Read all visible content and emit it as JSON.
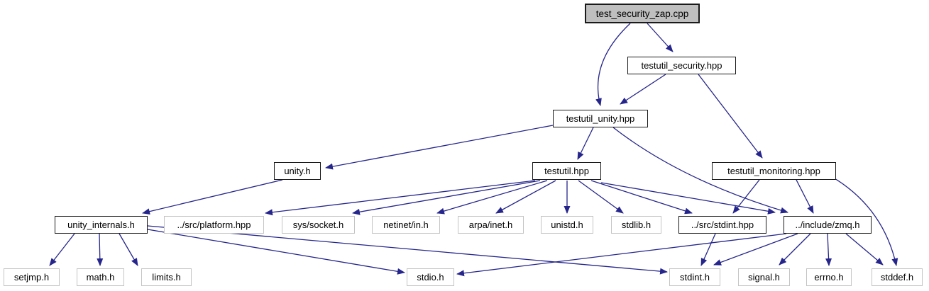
{
  "diagram": {
    "type": "include-dependency-graph",
    "root": "test_security_zap.cpp",
    "colors": {
      "edge": "#25258c",
      "root_fill": "#bfbfbf",
      "linked_border": "#1a1a1a",
      "plain_border": "#c4c4c4"
    },
    "nodes": {
      "zap": {
        "label": "test_security_zap.cpp",
        "style": "root"
      },
      "security": {
        "label": "testutil_security.hpp",
        "style": "linked"
      },
      "unity_hpp": {
        "label": "testutil_unity.hpp",
        "style": "linked"
      },
      "unity_h": {
        "label": "unity.h",
        "style": "linked"
      },
      "testutil": {
        "label": "testutil.hpp",
        "style": "linked"
      },
      "monitoring": {
        "label": "testutil_monitoring.hpp",
        "style": "linked"
      },
      "unity_internals": {
        "label": "unity_internals.h",
        "style": "linked"
      },
      "platform": {
        "label": "../src/platform.hpp",
        "style": "plain"
      },
      "sys_socket": {
        "label": "sys/socket.h",
        "style": "plain"
      },
      "netinet": {
        "label": "netinet/in.h",
        "style": "plain"
      },
      "arpa": {
        "label": "arpa/inet.h",
        "style": "plain"
      },
      "unistd": {
        "label": "unistd.h",
        "style": "plain"
      },
      "stdlib": {
        "label": "stdlib.h",
        "style": "plain"
      },
      "stdint_hpp": {
        "label": "../src/stdint.hpp",
        "style": "linked"
      },
      "zmq": {
        "label": "../include/zmq.h",
        "style": "linked"
      },
      "setjmp": {
        "label": "setjmp.h",
        "style": "plain"
      },
      "math": {
        "label": "math.h",
        "style": "plain"
      },
      "limits": {
        "label": "limits.h",
        "style": "plain"
      },
      "stdio": {
        "label": "stdio.h",
        "style": "plain"
      },
      "stdint_h": {
        "label": "stdint.h",
        "style": "plain"
      },
      "signal": {
        "label": "signal.h",
        "style": "plain"
      },
      "errno": {
        "label": "errno.h",
        "style": "plain"
      },
      "stddef": {
        "label": "stddef.h",
        "style": "plain"
      }
    },
    "edges": [
      {
        "from": "test_security_zap.cpp",
        "to": "testutil_security.hpp"
      },
      {
        "from": "test_security_zap.cpp",
        "to": "testutil_unity.hpp"
      },
      {
        "from": "testutil_security.hpp",
        "to": "testutil_unity.hpp"
      },
      {
        "from": "testutil_security.hpp",
        "to": "testutil_monitoring.hpp"
      },
      {
        "from": "testutil_unity.hpp",
        "to": "unity.h"
      },
      {
        "from": "testutil_unity.hpp",
        "to": "testutil.hpp"
      },
      {
        "from": "testutil_unity.hpp",
        "to": "../include/zmq.h"
      },
      {
        "from": "testutil.hpp",
        "to": "../src/platform.hpp"
      },
      {
        "from": "testutil.hpp",
        "to": "sys/socket.h"
      },
      {
        "from": "testutil.hpp",
        "to": "netinet/in.h"
      },
      {
        "from": "testutil.hpp",
        "to": "arpa/inet.h"
      },
      {
        "from": "testutil.hpp",
        "to": "unistd.h"
      },
      {
        "from": "testutil.hpp",
        "to": "stdlib.h"
      },
      {
        "from": "testutil.hpp",
        "to": "../src/stdint.hpp"
      },
      {
        "from": "testutil.hpp",
        "to": "../include/zmq.h"
      },
      {
        "from": "testutil_monitoring.hpp",
        "to": "../src/stdint.hpp"
      },
      {
        "from": "testutil_monitoring.hpp",
        "to": "../include/zmq.h"
      },
      {
        "from": "testutil_monitoring.hpp",
        "to": "stddef.h"
      },
      {
        "from": "unity.h",
        "to": "unity_internals.h"
      },
      {
        "from": "unity_internals.h",
        "to": "setjmp.h"
      },
      {
        "from": "unity_internals.h",
        "to": "math.h"
      },
      {
        "from": "unity_internals.h",
        "to": "limits.h"
      },
      {
        "from": "unity_internals.h",
        "to": "stdio.h"
      },
      {
        "from": "unity_internals.h",
        "to": "stdint.h"
      },
      {
        "from": "../src/stdint.hpp",
        "to": "stdint.h"
      },
      {
        "from": "../include/zmq.h",
        "to": "stdio.h"
      },
      {
        "from": "../include/zmq.h",
        "to": "stdint.h"
      },
      {
        "from": "../include/zmq.h",
        "to": "signal.h"
      },
      {
        "from": "../include/zmq.h",
        "to": "errno.h"
      },
      {
        "from": "../include/zmq.h",
        "to": "stddef.h"
      }
    ]
  }
}
